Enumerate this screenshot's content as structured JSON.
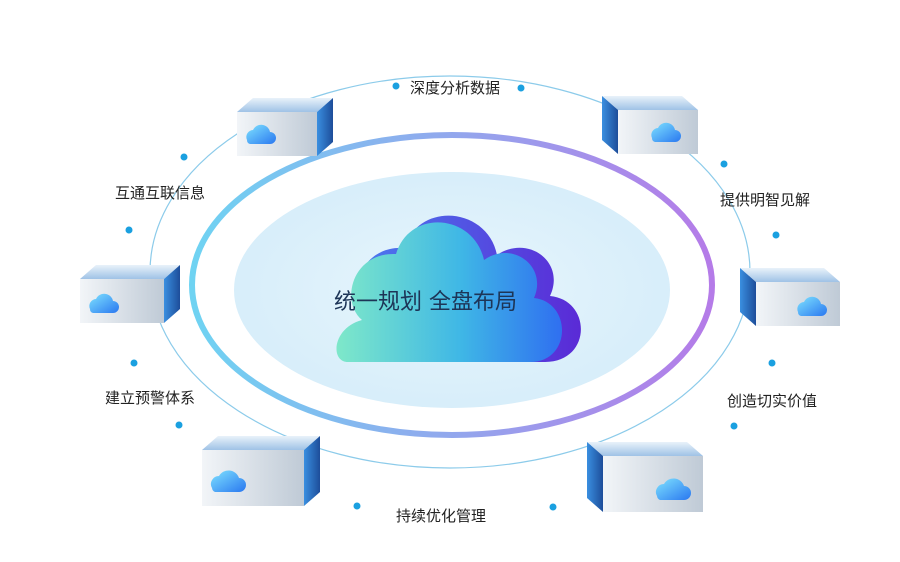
{
  "center": {
    "title": "统一规划 全盘布局"
  },
  "nodes": [
    {
      "id": "top",
      "label": "深度分析数据"
    },
    {
      "id": "upper-right",
      "label": "提供明智见解"
    },
    {
      "id": "lower-right",
      "label": "创造切实价值"
    },
    {
      "id": "bottom",
      "label": "持续优化管理"
    },
    {
      "id": "lower-left",
      "label": "建立预警体系"
    },
    {
      "id": "upper-left",
      "label": "互通互联信息"
    }
  ],
  "colors": {
    "ring_start": "#6fd3f2",
    "ring_end": "#b57be8",
    "inner_fill": "#d9effa",
    "cloud_front_start": "#77e3c8",
    "cloud_front_end": "#2e6bf0",
    "cloud_back": "#5a2ad6",
    "dot": "#1aa0e0",
    "connector": "#7fc6ea"
  },
  "icons": {
    "center": "cloud-icon",
    "box": "server-box-icon"
  }
}
